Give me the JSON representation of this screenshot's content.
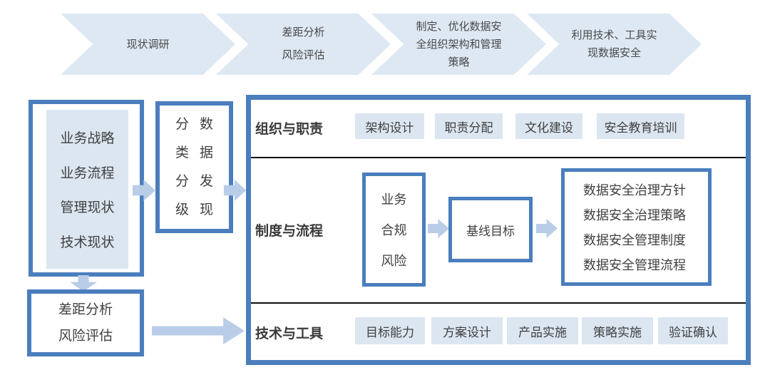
{
  "colors": {
    "border_blue": "#4a7ebd",
    "light_fill": "#dce6f1",
    "chevron_fill": "#dde8f3",
    "arrow_fill": "#b9cde8",
    "text": "#404040",
    "divider": "#0d0d0d"
  },
  "chevrons": [
    {
      "lines": [
        "现状调研"
      ]
    },
    {
      "lines": [
        "差距分析",
        "风险评估"
      ]
    },
    {
      "lines": [
        "制定、优化数据安",
        "全组织架构和管理",
        "策略"
      ]
    },
    {
      "lines": [
        "利用技术、工具实",
        "现数据安全"
      ]
    }
  ],
  "left": {
    "current_state_box": {
      "items": [
        "业务战略",
        "业务流程",
        "管理现状",
        "技术现状"
      ]
    },
    "classification_box": {
      "columns": [
        "分类分级",
        "数据发现"
      ]
    },
    "gap_box": {
      "lines": [
        "差距分析",
        "风险评估"
      ]
    }
  },
  "main": {
    "rows": [
      {
        "label": "组织与职责",
        "chips": [
          "架构设计",
          "职责分配",
          "文化建设",
          "安全教育培训"
        ]
      },
      {
        "label": "制度与流程",
        "compliance_box": [
          "业务",
          "合规",
          "风险"
        ],
        "baseline_box": "基线目标",
        "policy_box": [
          "数据安全治理方针",
          "数据安全治理策略",
          "数据安全管理制度",
          "数据安全管理流程"
        ]
      },
      {
        "label": "技术与工具",
        "chips": [
          "目标能力",
          "方案设计",
          "产品实施",
          "策略实施",
          "验证确认"
        ]
      }
    ]
  }
}
